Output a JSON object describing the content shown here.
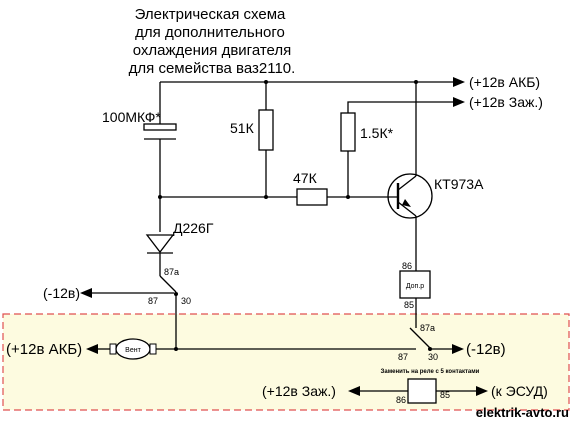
{
  "title": {
    "line1": "Электрическая схема",
    "line2": "для дополнительного",
    "line3": "охлаждения двигателя",
    "line4": "для семейства ваз2110."
  },
  "outputs": {
    "akb": "(+12в АКБ)",
    "ign": "(+12в Заж.)"
  },
  "components": {
    "capacitor": "100МКФ*",
    "r1": "51К",
    "r2": "1.5К*",
    "r3": "47К",
    "transistor": "КТ973А",
    "diode": "Д226Г",
    "relay1_coil": "Доп.р",
    "fan": "Вент",
    "relay2_coil": "",
    "relay2_note": "Заменить на реле с 5 контактами"
  },
  "pins": {
    "p87a_top": "87а",
    "p87_top": "87",
    "p30_top": "30",
    "p86_relay1": "86",
    "p85_relay1": "85",
    "p87a_bottom": "87а",
    "p87_bottom": "87",
    "p30_bottom": "30",
    "p86_relay2": "86",
    "p85_relay2": "85"
  },
  "terminals": {
    "minus_top": "(-12в)",
    "minus_bottom": "(-12в)",
    "akb_fan": "(+12в АКБ)",
    "ign_relay2": "(+12в Заж.)",
    "ecu": "(к ЭСУД)"
  },
  "watermark": "elektrik-avto.ru",
  "colors": {
    "highlight_fill": "#fdfbe0",
    "highlight_border": "#e05050",
    "wire": "#000000",
    "background": "#ffffff"
  }
}
